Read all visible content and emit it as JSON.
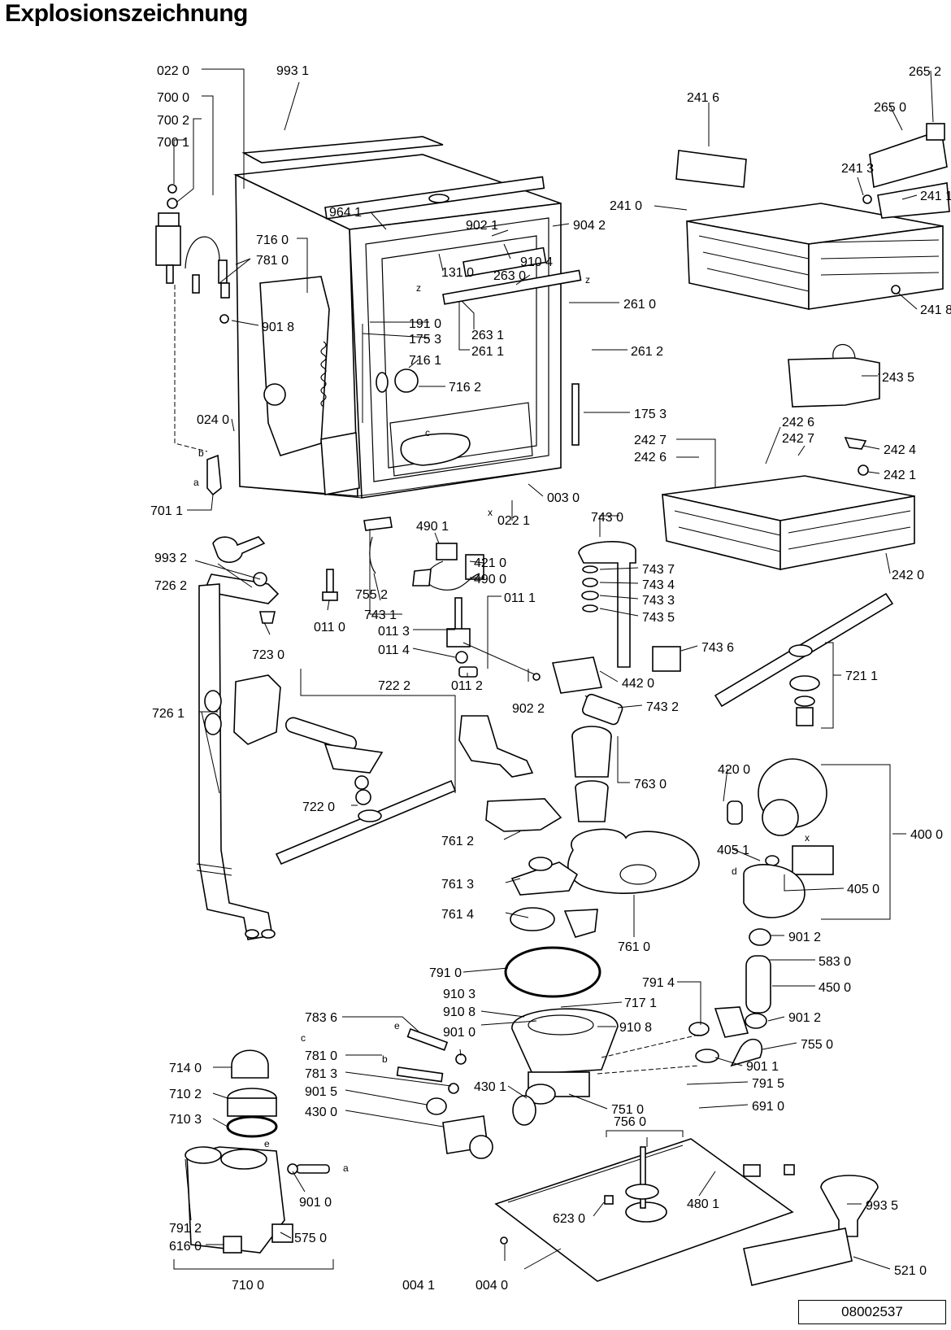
{
  "title": "Explosionszeichnung",
  "document_number": "08002537",
  "part_labels": [
    "022 0",
    "993 1",
    "700 0",
    "700 2",
    "700 1",
    "716 0",
    "781 0",
    "901 8",
    "964 1",
    "902 1",
    "904 2",
    "910 4",
    "131 0",
    "263 0",
    "191 0",
    "175 3",
    "716 1",
    "716 2",
    "261 0",
    "263 1",
    "261 1",
    "261 2",
    "175 3",
    "024 0",
    "701 1",
    "003 0",
    "022 1",
    "490 1",
    "421 0",
    "490 0",
    "755 2",
    "743 1",
    "011 0",
    "011 1",
    "011 3",
    "011 4",
    "011 2",
    "902 2",
    "743 0",
    "743 7",
    "743 4",
    "743 3",
    "743 5",
    "743 6",
    "442 0",
    "743 2",
    "993 2",
    "726 2",
    "723 0",
    "726 1",
    "722 2",
    "722 0",
    "763 0",
    "761 2",
    "761 3",
    "761 4",
    "761 0",
    "420 0",
    "405 1",
    "405 0",
    "400 0",
    "901 2",
    "583 0",
    "450 0",
    "791 4",
    "901 2",
    "755 0",
    "901 1",
    "791 5",
    "691 0",
    "791 0",
    "910 3",
    "910 8",
    "910 8",
    "717 1",
    "783 6",
    "901 0",
    "781 0",
    "781 3",
    "901 5",
    "430 0",
    "430 1",
    "751 0",
    "714 0",
    "710 2",
    "710 3",
    "901 0",
    "791 2",
    "616 0",
    "575 0",
    "710 0",
    "756 0",
    "480 1",
    "623 0",
    "004 1",
    "004 0",
    "993 5",
    "521 0",
    "265 2",
    "265 0",
    "241 6",
    "241 3",
    "241 0",
    "241 1",
    "241 8",
    "243 5",
    "242 6",
    "242 7",
    "242 7",
    "242 6",
    "242 4",
    "242 1",
    "242 0",
    "721 1"
  ],
  "connector_letters": [
    "z",
    "z",
    "x",
    "c",
    "b",
    "a",
    "c",
    "d",
    "x",
    "e",
    "b",
    "a",
    "e"
  ]
}
